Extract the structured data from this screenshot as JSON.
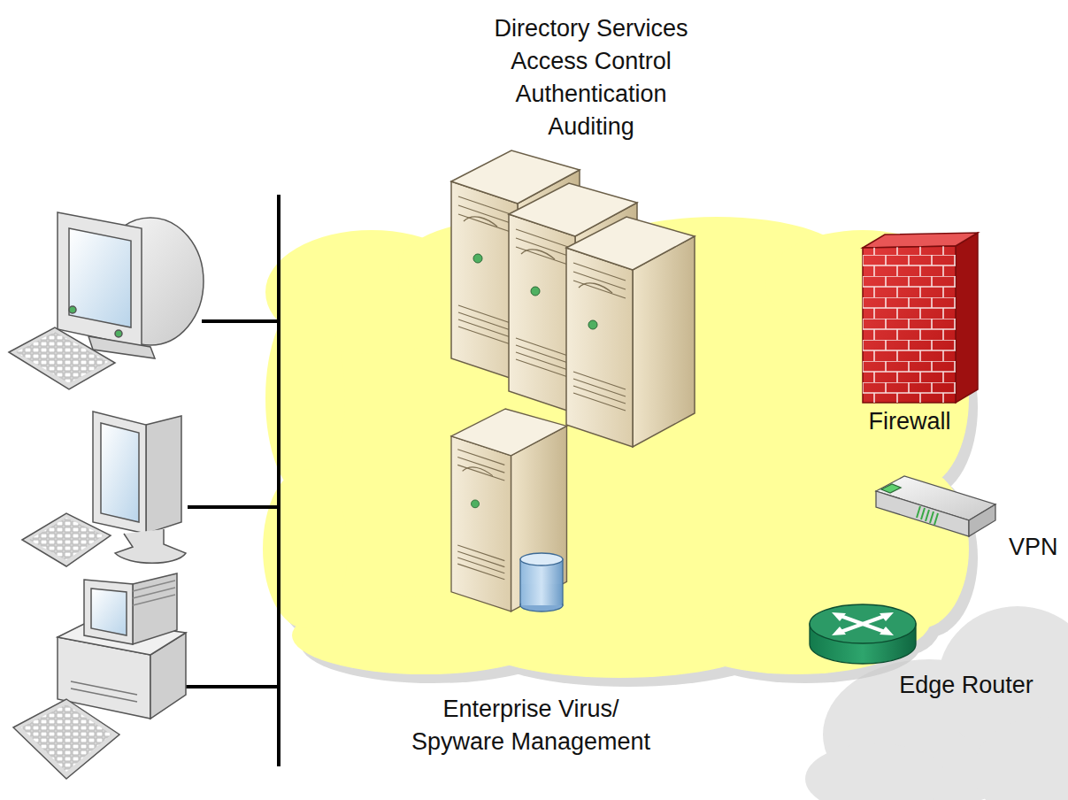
{
  "diagram": {
    "nodes": [
      {
        "text": [
          "Directory Services",
          "Access Control",
          "Authentication",
          "Auditing"
        ]
      },
      {
        "text": [
          "Firewall"
        ]
      },
      {
        "text": [
          "VPN"
        ]
      },
      {
        "text": [
          "Edge Router"
        ]
      },
      {
        "text": [
          "Enterprise Virus/ Spyware Management"
        ]
      }
    ]
  }
}
